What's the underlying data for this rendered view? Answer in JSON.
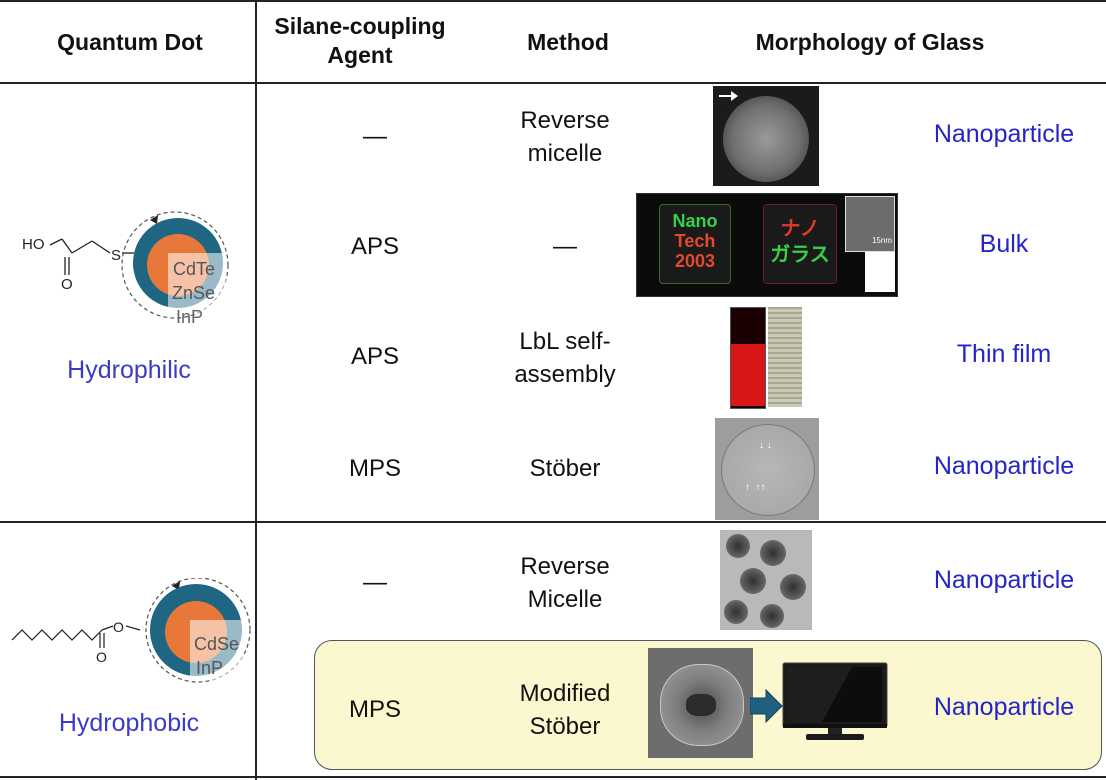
{
  "headers": {
    "quantum_dot": "Quantum Dot",
    "silane_agent": "Silane-coupling Agent",
    "method": "Method",
    "morphology": "Morphology of Glass"
  },
  "qd_hydrophilic": {
    "label": "Hydrophilic",
    "ligand_atoms": {
      "ho": "HO",
      "o": "O",
      "s": "S"
    },
    "layers": [
      "CdTe",
      "ZnSe",
      "InP"
    ]
  },
  "qd_hydrophobic": {
    "label": "Hydrophobic",
    "ligand_atoms": {
      "o1": "O",
      "o2": "O"
    },
    "layers": [
      "CdSe",
      "InP"
    ]
  },
  "rows": [
    {
      "agent": "—",
      "method": "Reverse micelle",
      "morphology": "Nanoparticle"
    },
    {
      "agent": "APS",
      "method": "—",
      "morphology": "Bulk"
    },
    {
      "agent": "APS",
      "method": "LbL self-assembly",
      "morphology": "Thin film"
    },
    {
      "agent": "MPS",
      "method": "Stöber",
      "morphology": "Nanoparticle"
    },
    {
      "agent": "—",
      "method": "Reverse Micelle",
      "morphology": "Nanoparticle"
    },
    {
      "agent": "MPS",
      "method": "Modified Stöber",
      "morphology": "Nanoparticle"
    }
  ],
  "bulk_image": {
    "left_text": [
      "Nano",
      "Tech",
      "2003"
    ],
    "right_text": [
      "ナノ",
      "ガラス"
    ],
    "scale_label": "15nm"
  },
  "colors": {
    "morphology_text": "#2424c8",
    "qd_core": "#e8783a",
    "qd_shell": "#1f6683",
    "highlight_bg": "#fbf7cf",
    "arrow": "#1f5f80"
  }
}
